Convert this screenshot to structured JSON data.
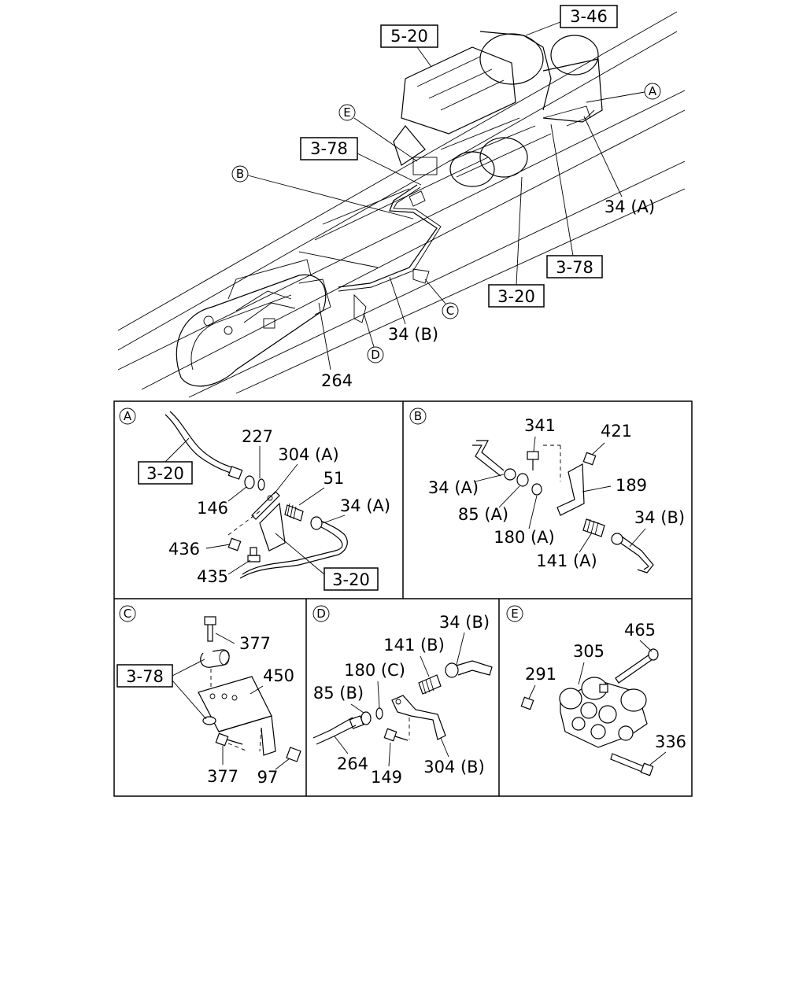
{
  "overview": {
    "refs": [
      "3-46",
      "5-20",
      "3-78",
      "3-78",
      "3-20"
    ],
    "callouts": [
      "A",
      "E",
      "B",
      "C",
      "D"
    ],
    "labels": [
      "34 (A)",
      "34 (B)",
      "264"
    ]
  },
  "panel_a": {
    "tag": "A",
    "refs": [
      "3-20",
      "3-20"
    ],
    "labels": [
      "227",
      "304 (A)",
      "51",
      "34 (A)",
      "146",
      "436",
      "435"
    ]
  },
  "panel_b": {
    "tag": "B",
    "labels": [
      "341",
      "421",
      "34 (A)",
      "189",
      "85 (A)",
      "34 (B)",
      "180 (A)",
      "141 (A)"
    ]
  },
  "panel_c": {
    "tag": "C",
    "refs": [
      "3-78"
    ],
    "labels": [
      "377",
      "450",
      "377",
      "97"
    ]
  },
  "panel_d": {
    "tag": "D",
    "labels": [
      "34 (B)",
      "141 (B)",
      "180 (C)",
      "85 (B)",
      "264",
      "149",
      "304 (B)"
    ]
  },
  "panel_e": {
    "tag": "E",
    "labels": [
      "465",
      "305",
      "291",
      "336"
    ]
  }
}
